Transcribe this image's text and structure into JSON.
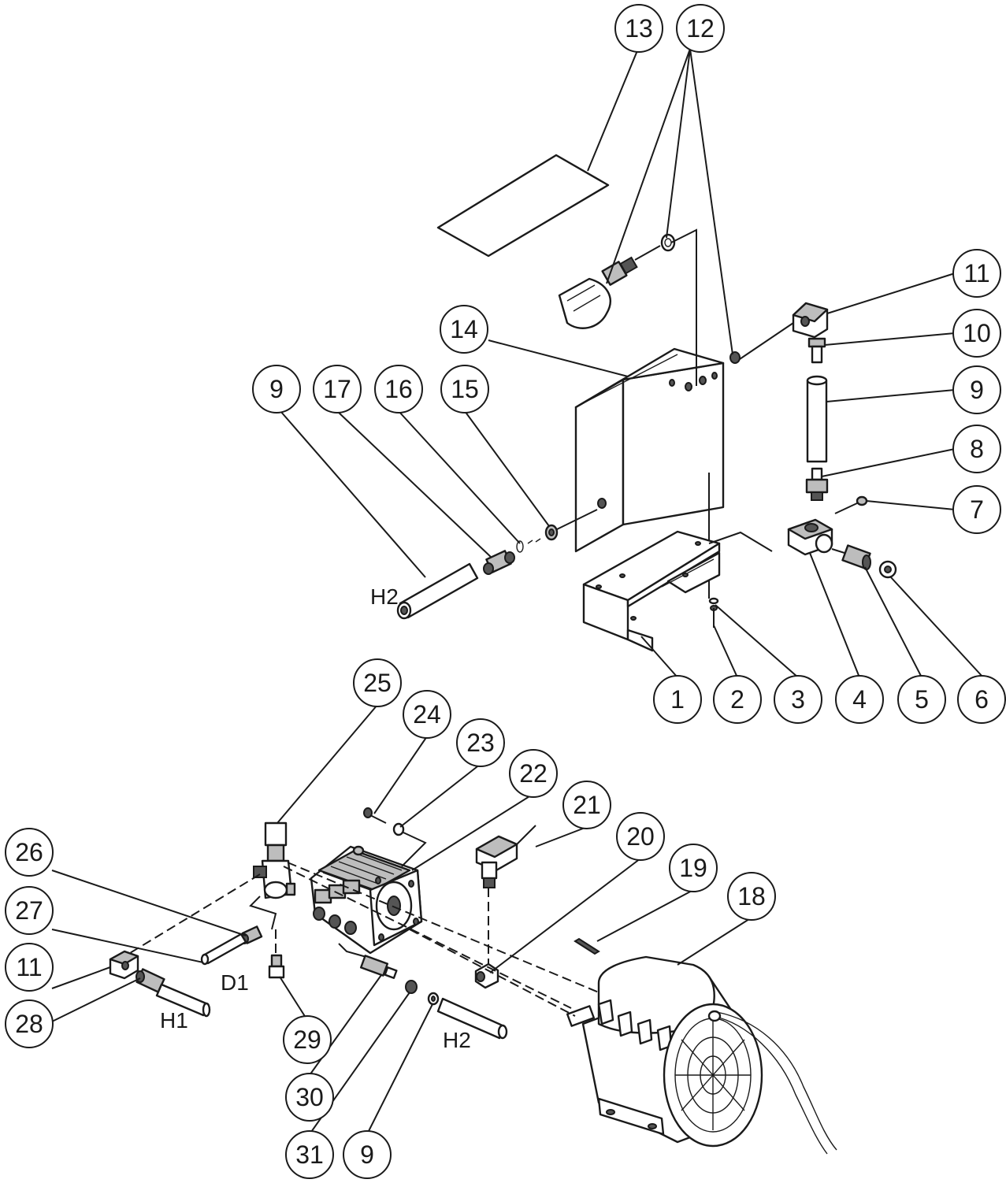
{
  "diagram": {
    "callouts": [
      {
        "id": "c13",
        "label": "13"
      },
      {
        "id": "c12",
        "label": "12"
      },
      {
        "id": "c11a",
        "label": "11"
      },
      {
        "id": "c10",
        "label": "10"
      },
      {
        "id": "c9a",
        "label": "9"
      },
      {
        "id": "c8",
        "label": "8"
      },
      {
        "id": "c7",
        "label": "7"
      },
      {
        "id": "c14",
        "label": "14"
      },
      {
        "id": "c9b",
        "label": "9"
      },
      {
        "id": "c17",
        "label": "17"
      },
      {
        "id": "c16",
        "label": "16"
      },
      {
        "id": "c15",
        "label": "15"
      },
      {
        "id": "c1",
        "label": "1"
      },
      {
        "id": "c2",
        "label": "2"
      },
      {
        "id": "c3",
        "label": "3"
      },
      {
        "id": "c4",
        "label": "4"
      },
      {
        "id": "c5",
        "label": "5"
      },
      {
        "id": "c6",
        "label": "6"
      },
      {
        "id": "c25",
        "label": "25"
      },
      {
        "id": "c24",
        "label": "24"
      },
      {
        "id": "c23",
        "label": "23"
      },
      {
        "id": "c22",
        "label": "22"
      },
      {
        "id": "c21",
        "label": "21"
      },
      {
        "id": "c20",
        "label": "20"
      },
      {
        "id": "c19",
        "label": "19"
      },
      {
        "id": "c18",
        "label": "18"
      },
      {
        "id": "c26",
        "label": "26"
      },
      {
        "id": "c27",
        "label": "27"
      },
      {
        "id": "c11b",
        "label": "11"
      },
      {
        "id": "c28",
        "label": "28"
      },
      {
        "id": "c29",
        "label": "29"
      },
      {
        "id": "c30",
        "label": "30"
      },
      {
        "id": "c31",
        "label": "31"
      },
      {
        "id": "c9c",
        "label": "9"
      }
    ],
    "tags": [
      {
        "id": "t_h2_top",
        "label": "H2"
      },
      {
        "id": "t_d1",
        "label": "D1"
      },
      {
        "id": "t_h1",
        "label": "H1"
      },
      {
        "id": "t_h2_bottom",
        "label": "H2"
      }
    ]
  }
}
